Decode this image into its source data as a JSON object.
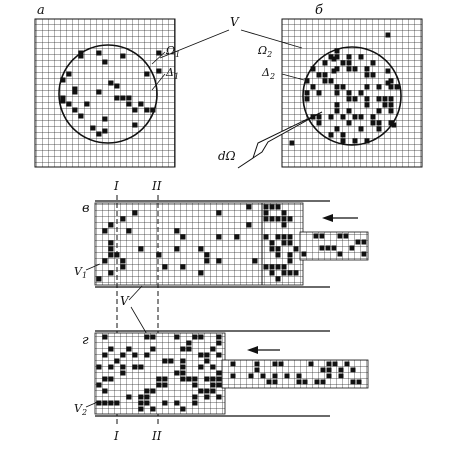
{
  "panels": {
    "a": "а",
    "b": "б",
    "v": "в",
    "g": "г"
  },
  "labels": {
    "V": "V",
    "omega1": "Ω1",
    "delta1": "Δ1",
    "omega2": "Ω2",
    "delta2": "Δ2",
    "d_omega": "dΩ",
    "v1": "V1",
    "v2": "V2",
    "sectionI": "I",
    "sectionII": "II"
  },
  "colors": {
    "ink": "#111111",
    "grid": "#222222",
    "paper": "#ffffff"
  },
  "icons": {
    "flow_arrow": "left-arrow"
  }
}
